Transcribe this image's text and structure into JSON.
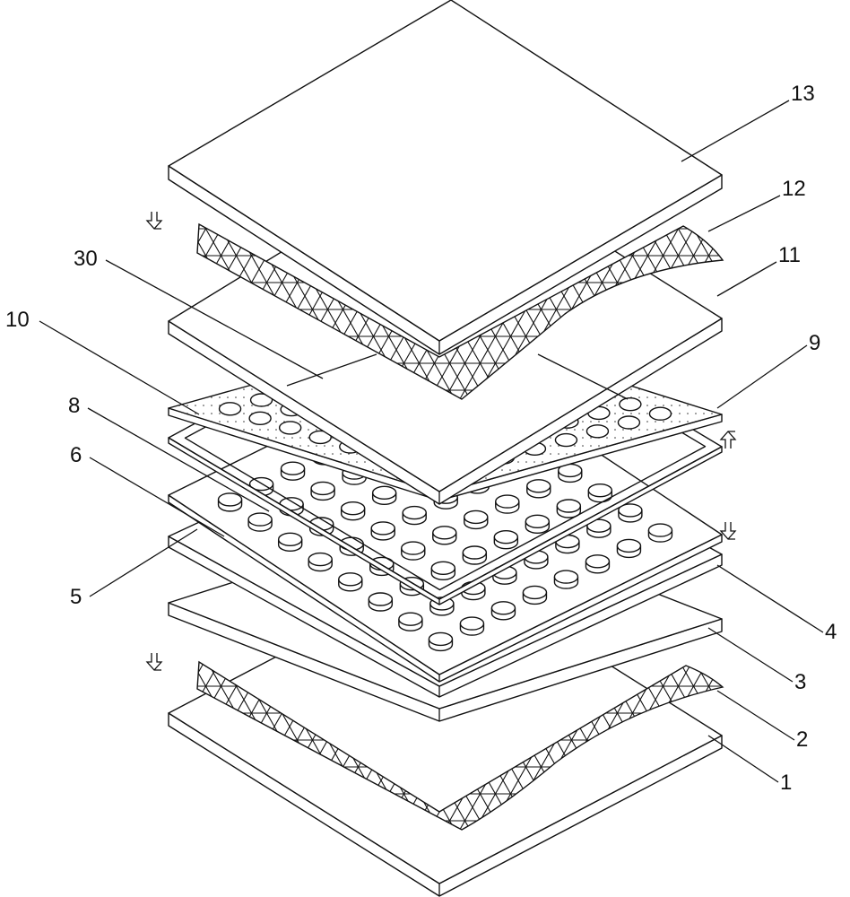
{
  "figure": {
    "labels": [
      "13",
      "12",
      "11",
      "30",
      "10",
      "9",
      "8",
      "6",
      "5",
      "4",
      "3",
      "2",
      "1"
    ],
    "arrows": {
      "left_top": "down",
      "left_bottom": "down",
      "right_upper": "up",
      "right_lower": "down"
    }
  }
}
